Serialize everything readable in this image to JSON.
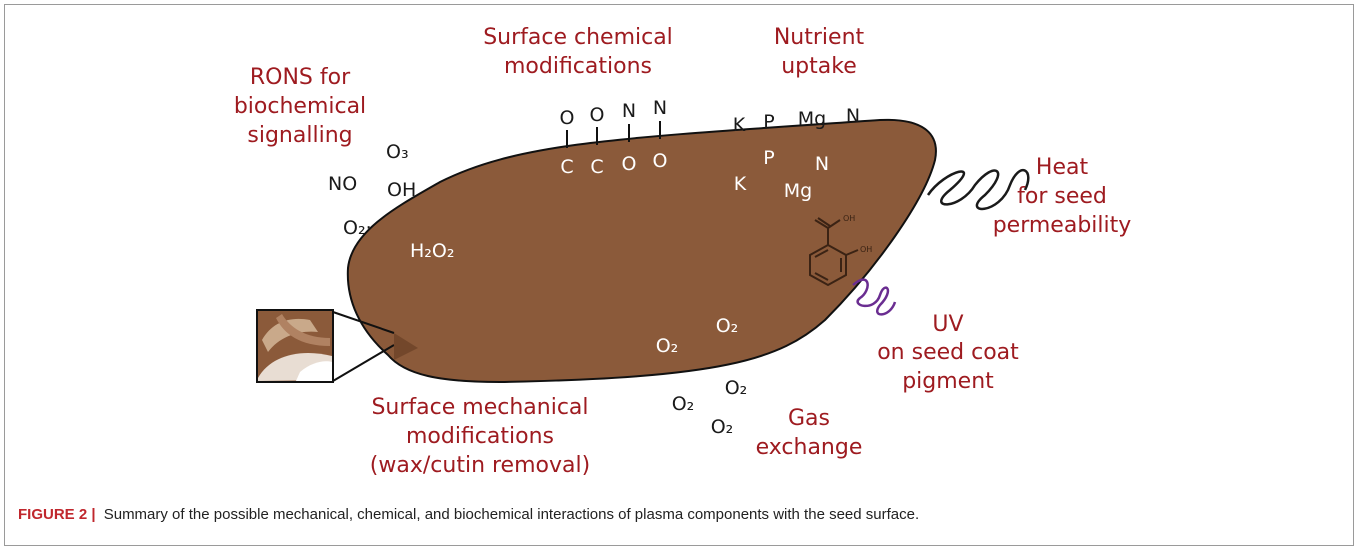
{
  "labels": {
    "rons": [
      "RONS for",
      "biochemical",
      "signalling"
    ],
    "surface_chemical": [
      "Surface chemical",
      "modifications"
    ],
    "nutrient": [
      "Nutrient",
      "uptake"
    ],
    "heat": [
      "Heat",
      "for seed",
      "permeability"
    ],
    "uv": [
      "UV",
      "on seed coat",
      "pigment"
    ],
    "gas": [
      "Gas",
      "exchange"
    ],
    "surface_mechanical": [
      "Surface mechanical",
      "modifications",
      "(wax/cutin removal)"
    ]
  },
  "species": {
    "o3": "O₃",
    "no": "NO",
    "oh": "OH",
    "o2_radical": "O₂·",
    "h2o2": "H₂O₂",
    "surface_top": [
      "O",
      "O",
      "N",
      "N"
    ],
    "surface_bottom": [
      "C",
      "C",
      "O",
      "O"
    ],
    "nutrients_outside": [
      "K",
      "P",
      "Mg",
      "N"
    ],
    "nutrients_inside": [
      "P",
      "N",
      "K",
      "Mg"
    ],
    "o2": "O₂",
    "oh_group": "OH"
  },
  "caption": {
    "label": "FIGURE 2 |",
    "text": "Summary of the possible mechanical, chemical, and biochemical interactions of plasma components with the seed surface."
  },
  "colors": {
    "seed": "#8b5a3a",
    "label_red": "#9e1b20",
    "uv_purple": "#6a2d91"
  }
}
